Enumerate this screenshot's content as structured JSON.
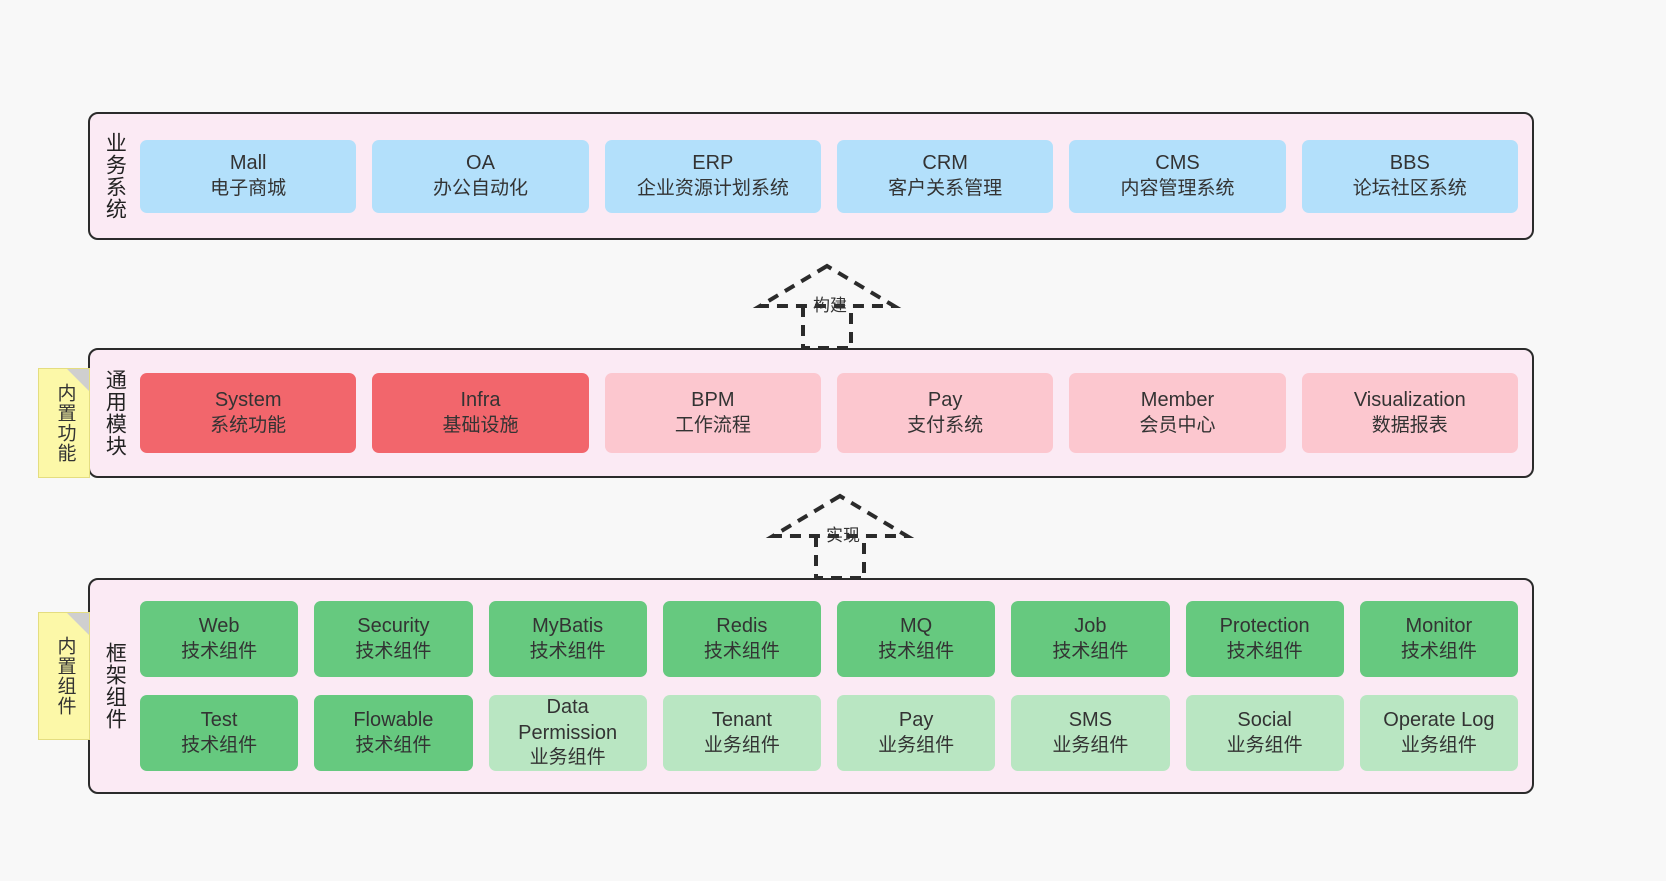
{
  "layers": [
    {
      "id": "business",
      "title": "业务系统",
      "rows": [
        {
          "cards": [
            {
              "name": "Mall",
              "desc": "电子商城",
              "style": "c-blue"
            },
            {
              "name": "OA",
              "desc": "办公自动化",
              "style": "c-blue"
            },
            {
              "name": "ERP",
              "desc": "企业资源计划系统",
              "style": "c-blue"
            },
            {
              "name": "CRM",
              "desc": "客户关系管理",
              "style": "c-blue"
            },
            {
              "name": "CMS",
              "desc": "内容管理系统",
              "style": "c-blue"
            },
            {
              "name": "BBS",
              "desc": "论坛社区系统",
              "style": "c-blue"
            }
          ]
        }
      ]
    },
    {
      "id": "common",
      "title": "通用模块",
      "rows": [
        {
          "cards": [
            {
              "name": "System",
              "desc": "系统功能",
              "style": "c-red"
            },
            {
              "name": "Infra",
              "desc": "基础设施",
              "style": "c-red"
            },
            {
              "name": "BPM",
              "desc": "工作流程",
              "style": "c-pink"
            },
            {
              "name": "Pay",
              "desc": "支付系统",
              "style": "c-pink"
            },
            {
              "name": "Member",
              "desc": "会员中心",
              "style": "c-pink"
            },
            {
              "name": "Visualization",
              "desc": "数据报表",
              "style": "c-pink"
            }
          ]
        }
      ]
    },
    {
      "id": "frame",
      "title": "框架组件",
      "rows": [
        {
          "cards": [
            {
              "name": "Web",
              "desc": "技术组件",
              "style": "c-green"
            },
            {
              "name": "Security",
              "desc": "技术组件",
              "style": "c-green"
            },
            {
              "name": "MyBatis",
              "desc": "技术组件",
              "style": "c-green"
            },
            {
              "name": "Redis",
              "desc": "技术组件",
              "style": "c-green"
            },
            {
              "name": "MQ",
              "desc": "技术组件",
              "style": "c-green"
            },
            {
              "name": "Job",
              "desc": "技术组件",
              "style": "c-green"
            },
            {
              "name": "Protection",
              "desc": "技术组件",
              "style": "c-green"
            },
            {
              "name": "Monitor",
              "desc": "技术组件",
              "style": "c-green"
            }
          ]
        },
        {
          "cards": [
            {
              "name": "Test",
              "desc": "技术组件",
              "style": "c-green"
            },
            {
              "name": "Flowable",
              "desc": "技术组件",
              "style": "c-green"
            },
            {
              "name": "Data Permission",
              "desc": "业务组件",
              "style": "c-lightgreen"
            },
            {
              "name": "Tenant",
              "desc": "业务组件",
              "style": "c-lightgreen"
            },
            {
              "name": "Pay",
              "desc": "业务组件",
              "style": "c-lightgreen"
            },
            {
              "name": "SMS",
              "desc": "业务组件",
              "style": "c-lightgreen"
            },
            {
              "name": "Social",
              "desc": "业务组件",
              "style": "c-lightgreen"
            },
            {
              "name": "Operate Log",
              "desc": "业务组件",
              "style": "c-lightgreen"
            }
          ]
        }
      ]
    }
  ],
  "notes": {
    "functions": "内置功能",
    "components": "内置组件"
  },
  "arrows": [
    {
      "id": "build",
      "label": "构建"
    },
    {
      "id": "implement",
      "label": "实现"
    }
  ],
  "colors": {
    "panel_bg": "#fbeaf4",
    "panel_border": "#2b2b2b",
    "business_card": "#b3e0fb",
    "common_core_card": "#f2666c",
    "common_card": "#fcc7cf",
    "tech_card": "#66c97f",
    "biz_card": "#b9e6c2",
    "note_bg": "#fcf8a8",
    "note_fold": "#cfcfcf",
    "arrow": "#2b2b2b",
    "canvas_bg": "#f8f8f8"
  }
}
